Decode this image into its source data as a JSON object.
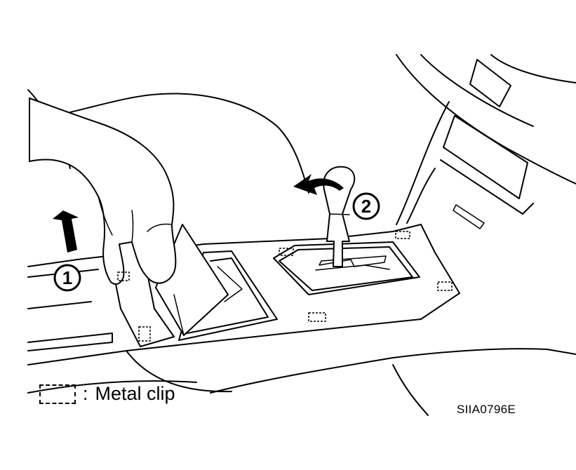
{
  "legend": {
    "separator": ":",
    "label": "Metal clip"
  },
  "callouts": [
    "1",
    "2"
  ],
  "figure_code": "SIIA0796E"
}
